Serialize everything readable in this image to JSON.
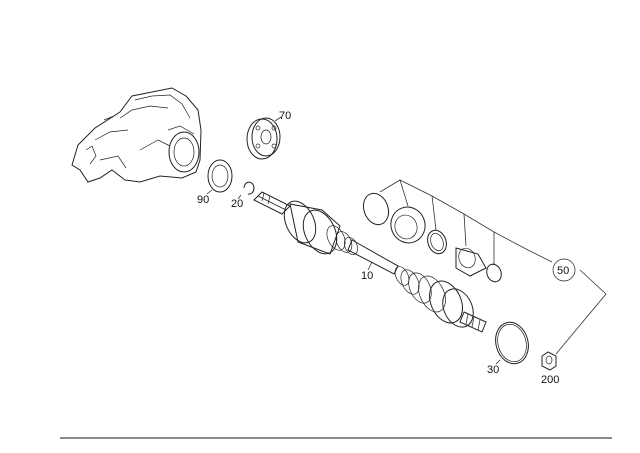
{
  "labels": {
    "p10": "10",
    "p20": "20",
    "p30": "30",
    "p50": "50",
    "p70": "70",
    "p90": "90",
    "p200": "200"
  }
}
